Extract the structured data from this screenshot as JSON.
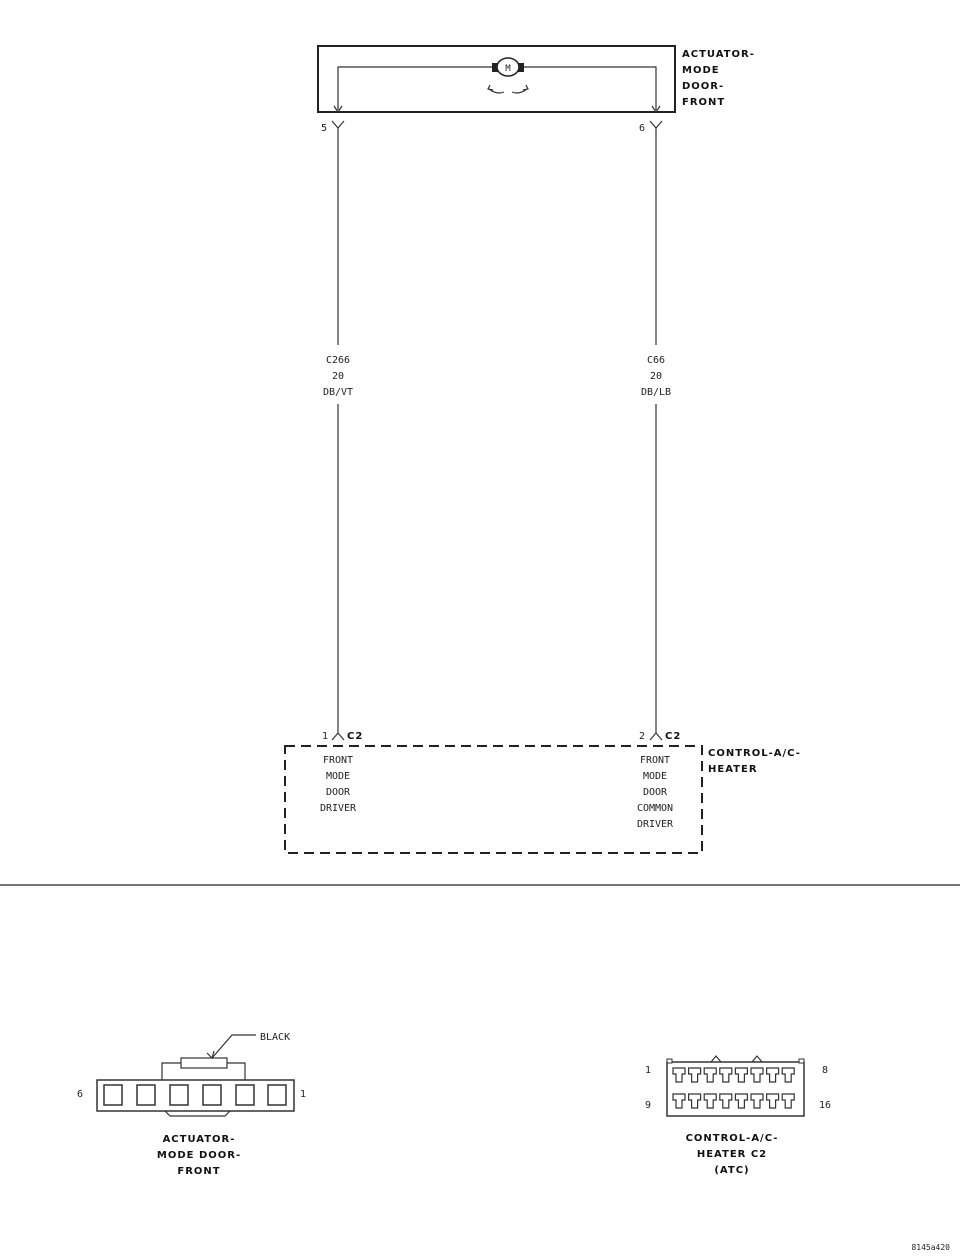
{
  "actuator": {
    "label": [
      "ACTUATOR-",
      "MODE",
      "DOOR-",
      "FRONT"
    ],
    "motor_symbol": "M",
    "pin_left": "5",
    "pin_right": "6"
  },
  "wires": [
    {
      "circuit": "C266",
      "gauge": "20",
      "color": "DB/VT"
    },
    {
      "circuit": "C66",
      "gauge": "20",
      "color": "DB/LB"
    }
  ],
  "control": {
    "label": [
      "CONTROL-A/C-",
      "HEATER"
    ],
    "pin_left": "1",
    "pin_right": "2",
    "connector": "C2",
    "left_function": [
      "FRONT",
      "MODE",
      "DOOR",
      "DRIVER"
    ],
    "right_function": [
      "FRONT",
      "MODE",
      "DOOR",
      "COMMON",
      "DRIVER"
    ]
  },
  "connector_views": {
    "actuator": {
      "color_label": "BLACK",
      "pin_left": "6",
      "pin_right": "1",
      "caption": [
        "ACTUATOR-",
        "MODE DOOR-",
        "FRONT"
      ]
    },
    "control": {
      "pin_top_left": "1",
      "pin_top_right": "8",
      "pin_bottom_left": "9",
      "pin_bottom_right": "16",
      "caption": [
        "CONTROL-A/C-",
        "HEATER C2",
        "(ATC)"
      ]
    }
  },
  "figure_id": "8145a420"
}
